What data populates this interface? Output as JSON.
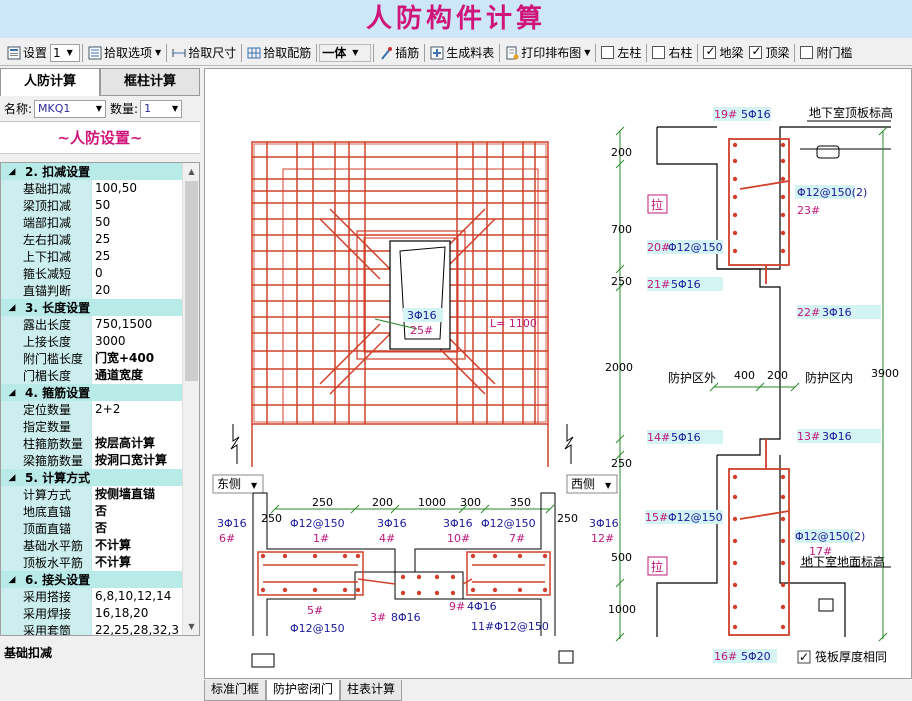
{
  "app": {
    "title": "人防构件计算"
  },
  "toolbar": {
    "settings_label": "设置",
    "settings_value": "1",
    "pick_options_label": "拾取选项",
    "pick_size_label": "拾取尺寸",
    "pick_rebar_label": "拾取配筋",
    "mode_value": "一体",
    "insert_rebar_label": "插筋",
    "gen_table_label": "生成料表",
    "print_layout_label": "打印排布图",
    "left_col_label": "左柱",
    "right_col_label": "右柱",
    "ground_beam_label": "地梁",
    "top_beam_label": "顶梁",
    "threshold_label": "附门槛",
    "checks": {
      "left_col": false,
      "right_col": false,
      "ground_beam": true,
      "top_beam": true,
      "threshold": false
    }
  },
  "left_panel": {
    "tabs": [
      "人防计算",
      "框柱计算"
    ],
    "name_label": "名称:",
    "name_value": "MKQ1",
    "qty_label": "数量:",
    "qty_value": "1",
    "banner": "~人防设置~",
    "sections": [
      {
        "title": "2. 扣减设置",
        "items": [
          {
            "k": "基础扣减",
            "v": "100,50"
          },
          {
            "k": "梁顶扣减",
            "v": "50"
          },
          {
            "k": "端部扣减",
            "v": "50"
          },
          {
            "k": "左右扣减",
            "v": "25"
          },
          {
            "k": "上下扣减",
            "v": "25"
          },
          {
            "k": "箍长减短",
            "v": "0"
          },
          {
            "k": "直锚判断",
            "v": "20"
          }
        ]
      },
      {
        "title": "3. 长度设置",
        "items": [
          {
            "k": "露出长度",
            "v": "750,1500"
          },
          {
            "k": "上接长度",
            "v": "3000"
          },
          {
            "k": "附门槛长度",
            "v": "门宽+400",
            "bold": true
          },
          {
            "k": "门楣长度",
            "v": "通道宽度",
            "bold": true
          }
        ]
      },
      {
        "title": "4. 箍筋设置",
        "items": [
          {
            "k": "定位数量",
            "v": "2+2"
          },
          {
            "k": "指定数量",
            "v": ""
          },
          {
            "k": "柱箍筋数量",
            "v": "按层高计算",
            "bold": true
          },
          {
            "k": "梁箍筋数量",
            "v": "按洞口宽计算",
            "bold": true
          }
        ]
      },
      {
        "title": "5. 计算方式",
        "items": [
          {
            "k": "计算方式",
            "v": "按侧墙直锚",
            "bold": true
          },
          {
            "k": "地底直锚",
            "v": "否",
            "bold": true
          },
          {
            "k": "顶面直锚",
            "v": "否",
            "bold": true
          },
          {
            "k": "基础水平筋",
            "v": "不计算",
            "bold": true
          },
          {
            "k": "顶板水平筋",
            "v": "不计算",
            "bold": true
          }
        ]
      },
      {
        "title": "6. 接头设置",
        "items": [
          {
            "k": "采用搭接",
            "v": "6,8,10,12,14"
          },
          {
            "k": "采用焊接",
            "v": "16,18,20"
          },
          {
            "k": "采用套筒",
            "v": "22,25,28,32,3"
          }
        ]
      }
    ],
    "description": "基础扣减"
  },
  "drawing": {
    "elev": {
      "rebar_label": "3Φ16",
      "rebar_tag": "25#",
      "length_label": "L= 1100"
    },
    "plan": {
      "east_side": "东侧",
      "west_side": "西侧",
      "dims": [
        "250",
        "200",
        "1000",
        "300",
        "350"
      ],
      "dim_250_l": "250",
      "dim_250_r": "250",
      "labels": {
        "l_3phi16": "3Φ16",
        "l_6": "6#",
        "l_12at150": "Φ12@150",
        "l_1": "1#",
        "m_3phi16_l": "3Φ16",
        "m_4": "4#",
        "m_3phi16_r": "3Φ16",
        "m_10": "10#",
        "r_12at150": "Φ12@150",
        "r_7": "7#",
        "r_3phi16": "3Φ16",
        "r_12": "12#",
        "b_5": "5#",
        "b_12at150_l": "Φ12@150",
        "b_3": "3#",
        "b_8phi16": "8Φ16",
        "b_9": "9#",
        "b_4phi16": "4Φ16",
        "b_11": "11#Φ12@150"
      }
    },
    "section": {
      "top_label": "地下室顶板标高",
      "bottom_label": "地下室地面标高",
      "outside": "防护区外",
      "inside": "防护区内",
      "pull": "拉",
      "tags": {
        "t19": "19#",
        "t19v": "5Φ16",
        "t23a": "Φ12@150(2)",
        "t23": "23#",
        "t20": "20#",
        "t20v": "Φ12@150",
        "t21": "21#",
        "t21v": "5Φ16",
        "t22": "22#",
        "t22v": "3Φ16",
        "t14": "14#",
        "t14v": "5Φ16",
        "t13": "13#",
        "t13v": "3Φ16",
        "t15": "15#",
        "t15v": "Φ12@150",
        "t17a": "Φ12@150(2)",
        "t17": "17#",
        "t16": "16#",
        "t16v": "5Φ20"
      },
      "dims_left": [
        "200",
        "700",
        "250",
        "2000",
        "250",
        "500",
        "1000"
      ],
      "dim_right": "3900",
      "dim_400": "400",
      "dim_200": "200",
      "same_thickness_label": "筏板厚度相同",
      "same_thickness_checked": true
    }
  },
  "bottom_tabs": [
    "标准门框",
    "防护密闭门",
    "柱表计算"
  ],
  "colors": {
    "rebar": "#d0402a",
    "dim": "#2a8a2a",
    "accent": "#d0157a",
    "label_bg": "#d4f4f4"
  }
}
